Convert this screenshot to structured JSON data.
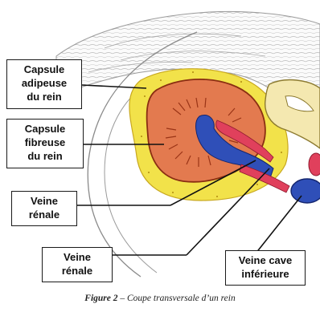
{
  "labels": {
    "capsule_adipeuse": [
      "Capsule",
      "adipeuse",
      "du rein"
    ],
    "capsule_fibreuse": [
      "Capsule",
      "fibreuse",
      "du rein"
    ],
    "veine_renale_1": [
      "Veine",
      "rénale"
    ],
    "veine_renale_2": [
      "Veine",
      "rénale"
    ],
    "veine_cave": [
      "Veine cave",
      "inférieure"
    ]
  },
  "caption": {
    "figure": "Figure 2",
    "text": " – Coupe transversale d’un rein"
  },
  "colors": {
    "cortex": "#e37a4f",
    "medulla": "#b8502e",
    "fat": "#f2e24a",
    "vein": "#2f4fb8",
    "artery": "#e0405c",
    "bone": "#f4e8b0"
  }
}
